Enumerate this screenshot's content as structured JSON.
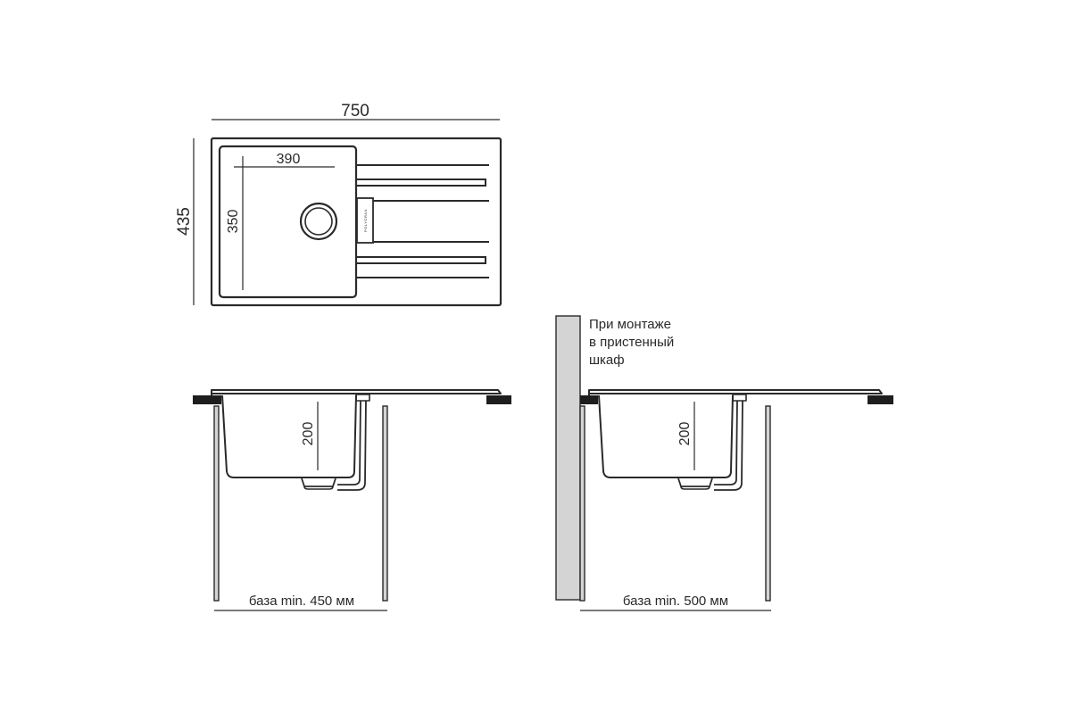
{
  "top_view": {
    "overall_width": "750",
    "overall_depth": "435",
    "bowl_width": "390",
    "bowl_depth": "350",
    "brand_mark": "POLYGRAN"
  },
  "side_view_standard": {
    "bowl_depth": "200",
    "base_label": "база min. 450 мм"
  },
  "side_view_wall": {
    "bowl_depth": "200",
    "base_label": "база min. 500 мм",
    "note_lines": [
      "При монтаже",
      "в пристенный",
      "шкаф"
    ]
  },
  "colors": {
    "line": "#2a2a2a",
    "panel_fill": "#d4d4d4",
    "mount_fill": "#1e1e1e"
  }
}
